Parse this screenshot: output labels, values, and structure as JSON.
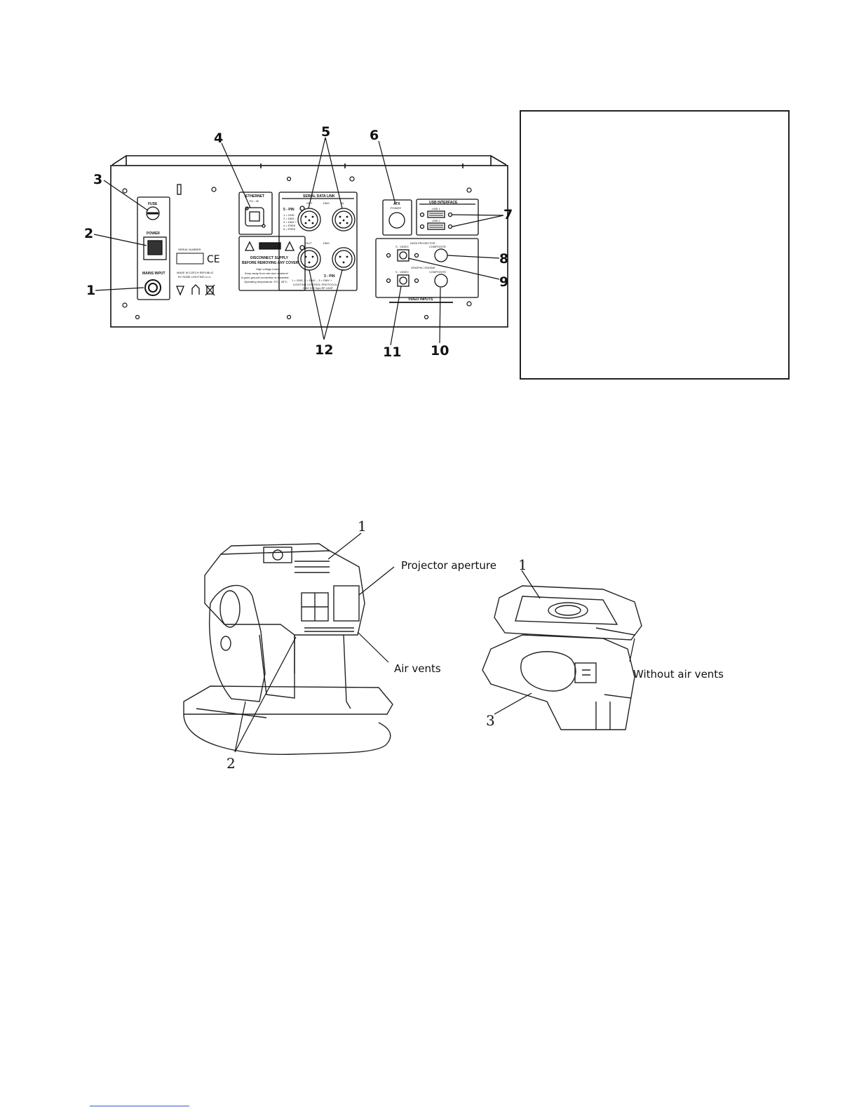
{
  "figure1": {
    "callouts": [
      "1",
      "2",
      "3",
      "4",
      "5",
      "6",
      "7",
      "8",
      "9",
      "10",
      "11",
      "12"
    ],
    "panel": {
      "fuse": "FUSE",
      "power": "POWER",
      "mains_input": "MAINS INPUT",
      "serial_number": "SERIAL NUMBER",
      "made_in": "MADE IN CZECH REPUBLIC",
      "made_by": "BY ROBE LIGHTING s.r.o.",
      "ethernet": "ETHERNET",
      "rj45": "RJ - 45",
      "serial_data_link": "SERIAL DATA LINK",
      "out": "OUT",
      "dmx": "DMX",
      "in": "IN",
      "pin5": "5 - PIN",
      "pin5_list": [
        "1 = GND",
        "2 = DMX -",
        "3 = DMX +",
        "4 = FREE",
        "5 = FREE"
      ],
      "pin3": "3 - PIN",
      "pin3_desc": "1 = GND, 2 = DMX -, 3 = DMX +",
      "protocol": "LIGHTING CONTROL PROTOCOL:",
      "protocol2": "DMX 512 /bps RF LIMIT",
      "warning_title1": "DISCONNECT SUPPLY",
      "warning_title2": "BEFORE REMOVING ANY COVER!",
      "warning_lines": [
        "High voltage inside.",
        "Keep away from rain and moisture!",
        "A good ground connection is essential.",
        "Operating temperature: 5°C - 35°C."
      ],
      "atx": "ATX",
      "atx_power": "POWER",
      "usb_interface": "USB INTERFACE",
      "usb1": "USB 1",
      "usb2": "USB 2",
      "data_projector": "DATA PROJECTOR",
      "graphic_engine": "GRAPHIC ENGINE",
      "svideo": "S - VIDEO",
      "composite": "COMPOSITE",
      "video_inputs": "VIDEO INPUTS"
    }
  },
  "figure2": {
    "labels": {
      "num1_left": "1",
      "num2": "2",
      "num1_right": "1",
      "num3": "3",
      "projector_aperture": "Projector aperture",
      "air_vents": "Air vents",
      "without_air_vents": "Without air vents"
    }
  },
  "colors": {
    "ink": "#111111",
    "link": "#3355cc"
  }
}
